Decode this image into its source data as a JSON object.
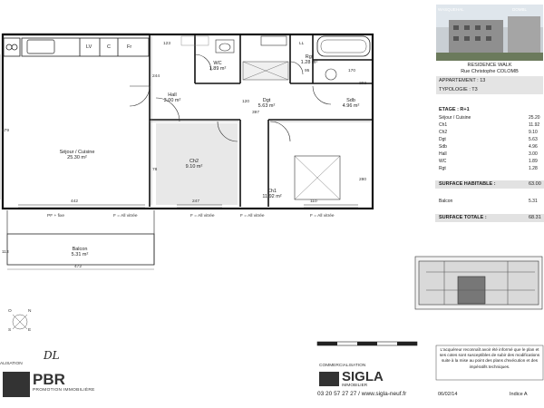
{
  "plan": {
    "kitchen_labels": [
      "LV",
      "C",
      "Fr"
    ],
    "rooms": {
      "sejour": {
        "name": "Séjour / Cuisine",
        "area": "25.30 m²"
      },
      "wc": {
        "name": "WC",
        "area": "1.89 m²"
      },
      "rgt": {
        "name": "Rgt",
        "area": "1.28 m²"
      },
      "hall": {
        "name": "Hall",
        "area": "3.00 m²"
      },
      "dgt": {
        "name": "Dgt",
        "area": "5.63 m²"
      },
      "sdb": {
        "name": "Sdb",
        "area": "4.96 m²"
      },
      "ch2": {
        "name": "Ch2",
        "area": "9.10 m²"
      },
      "ch1": {
        "name": "Ch1",
        "area": "11.92 m²"
      },
      "balcon": {
        "name": "Balcon",
        "area": "5.31 m²"
      }
    },
    "dimensions": {
      "d123": "123",
      "d244": "244",
      "d579": "579",
      "d78": "78",
      "d442": "442",
      "d120": "120",
      "d397": "397",
      "d95": "95",
      "d170": "170",
      "d292": "292",
      "d280": "280",
      "d110": "110",
      "d247": "247",
      "d113": "113",
      "d472": "472",
      "dl": "LL"
    },
    "window_labels": {
      "pf": "PF + fixe",
      "av1": "F = All vitrée",
      "av2": "F = All vitrée",
      "av3": "F = All vitrée",
      "av4": "F = All vitrée"
    },
    "compass": {
      "north": "N",
      "east": "E",
      "south": "S",
      "west": "O"
    }
  },
  "footer": {
    "handwritten": "DL",
    "pbr_prefix": "ALISATION",
    "pbr_logo": "PBR",
    "pbr_sub": "PROMOTION IMMOBILIÈRE",
    "sigla_prefix": "COMMERCIALISATION",
    "sigla_logo": "SIGLA",
    "sigla_sub": "IMMOBILIER",
    "sigla_contact": "03 20 57 27 27 / www.sigla-neuf.fr",
    "date": "06/02/14",
    "index": "Indice A"
  },
  "panel": {
    "top_left": "WASQUEHAL",
    "top_right": "DOMBL",
    "residence": "RESIDENCE WALK",
    "street": "Rue Christophe COLOMB",
    "appartement": "APPARTEMENT : 13",
    "typologie": "TYPOLOGIE : T3",
    "etage": "ETAGE : R+1",
    "rows": [
      {
        "label": "Séjour / Cuisine",
        "value": "25.20"
      },
      {
        "label": "Ch1",
        "value": "11.92"
      },
      {
        "label": "Ch2",
        "value": "9.10"
      },
      {
        "label": "Dgt",
        "value": "5.63"
      },
      {
        "label": "Sdb",
        "value": "4.96"
      },
      {
        "label": "Hall",
        "value": "3.00"
      },
      {
        "label": "WC",
        "value": "1.89"
      },
      {
        "label": "Rgt",
        "value": "1.28"
      }
    ],
    "surface_habitable": {
      "label": "SURFACE HABITABLE :",
      "value": "63.00"
    },
    "balcon": {
      "label": "Balcon",
      "value": "5.31"
    },
    "surface_totale": {
      "label": "SURFACE TOTALE :",
      "value": "68.31"
    },
    "disclaimer": "L'acquéreur reconnaît avoir été informé que le plan et ses cotes sont susceptibles de subir des modifications suite à la mise au point des plans d'exécution et des impératifs techniques."
  }
}
